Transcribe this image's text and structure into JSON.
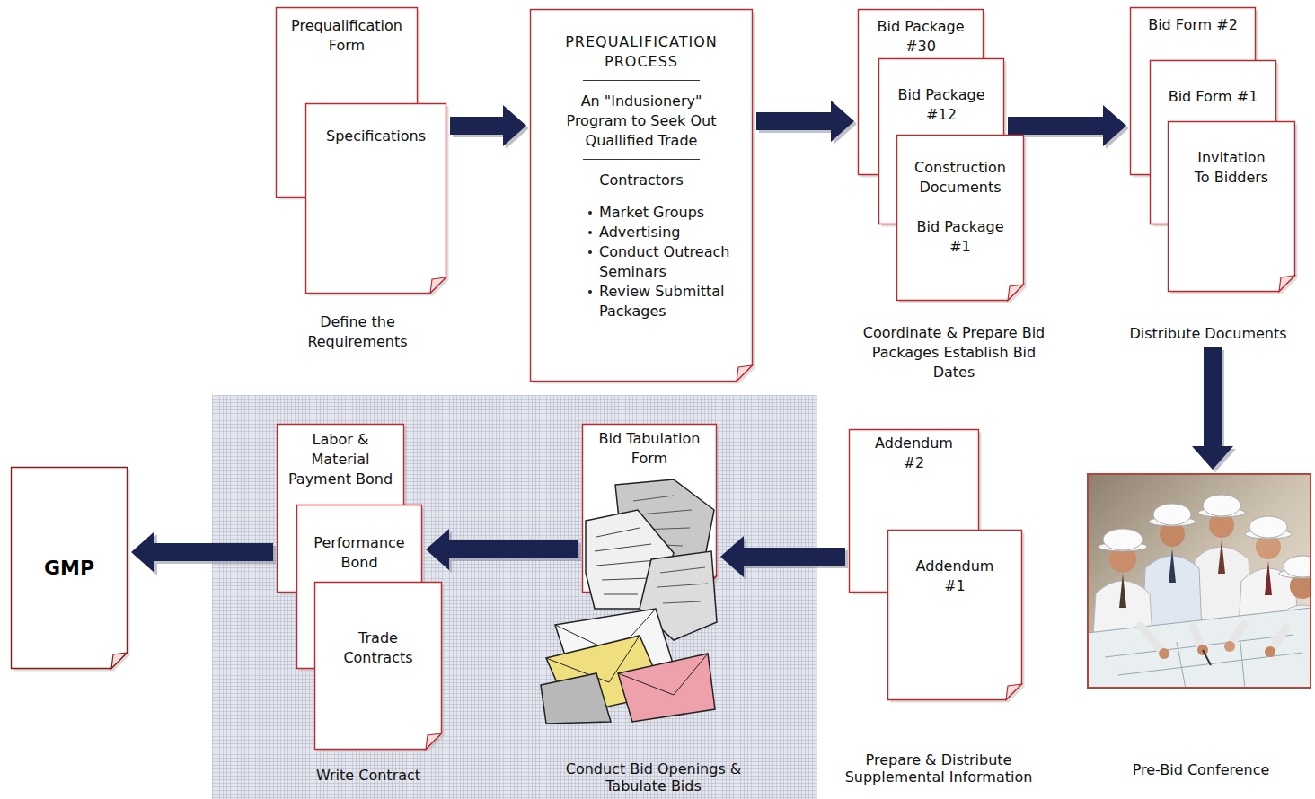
{
  "diagram": {
    "nodes": [
      {
        "text": [
          "Prequalification Form"
        ]
      },
      {
        "text": [
          "Specifications",
          "Define the Requirements"
        ]
      },
      {
        "text": [
          "PREQUALIFICATION PROCESS",
          "An \"Indusionery\" Program to Seek Out Quallified Trade",
          "Contractors",
          "Market Groups",
          "Advertising",
          "Conduct Outreach Seminars",
          "Review Submittal Packages"
        ]
      },
      {
        "text": [
          "Bid Package #30"
        ]
      },
      {
        "text": [
          "Bid Package #12"
        ]
      },
      {
        "text": [
          "Construction Documents",
          "Bid Package #1",
          "Coordinate & Prepare Bid Packages Establish Bid Dates"
        ]
      },
      {
        "text": [
          "Bid Form #2"
        ]
      },
      {
        "text": [
          "Bid Form #1"
        ]
      },
      {
        "text": [
          "Invitation To Bidders",
          "Distribute Documents"
        ]
      },
      {
        "text": [
          "Pre-Bid Conference"
        ]
      },
      {
        "text": [
          "Addendum #2"
        ]
      },
      {
        "text": [
          "Addendum #1",
          "Prepare & Distribute Supplemental Information"
        ]
      },
      {
        "text": [
          "Bid Tabulation Form"
        ]
      },
      {
        "text": [
          "Labor & Material Payment Bond"
        ]
      },
      {
        "text": [
          "Performance Bond"
        ]
      },
      {
        "text": [
          "Trade Contracts",
          "Write Contract"
        ]
      },
      {
        "text": [
          "GMP"
        ]
      }
    ],
    "edges": [
      {
        "from": 1,
        "to": 2,
        "arrow": "to"
      },
      {
        "from": 2,
        "to": 3,
        "arrow": "to"
      },
      {
        "from": 4,
        "to": 6,
        "arrow": "to"
      },
      {
        "from": 8,
        "to": 9,
        "arrow": "to"
      },
      {
        "from": 10,
        "to": 12,
        "arrow": "to"
      },
      {
        "from": 12,
        "to": 14,
        "arrow": "to"
      },
      {
        "from": 13,
        "to": 16,
        "arrow": "to"
      }
    ],
    "labels": [
      "Conduct Bid Openings & Tabulate Bids"
    ]
  }
}
